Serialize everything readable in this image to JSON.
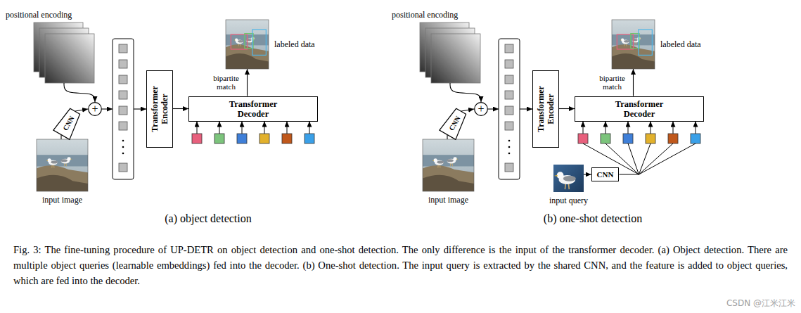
{
  "diagram": {
    "caption": "Fig. 3: The fine-tuning procedure of UP-DETR on object detection and one-shot detection. The only difference is the input of the transformer decoder. (a) Object detection. There are multiple object queries (learnable embeddings) fed into the decoder. (b) One-shot detection. The input query is extracted by the shared CNN, and the feature is added to object queries, which are fed into the decoder.",
    "nodes": [
      {
        "text": [
          "positional encoding"
        ]
      },
      {
        "text": [
          "input image"
        ]
      },
      {
        "text": [
          "CNN"
        ]
      },
      {
        "text": [
          "+"
        ]
      },
      {
        "text": [
          "Transformer Encoder"
        ]
      },
      {
        "text": [
          "Transformer Decoder"
        ]
      },
      {
        "text": [
          "labeled data"
        ]
      },
      {
        "text": [
          "positional encoding"
        ]
      },
      {
        "text": [
          "input image"
        ]
      },
      {
        "text": [
          "CNN"
        ]
      },
      {
        "text": [
          "+"
        ]
      },
      {
        "text": [
          "Transformer Encoder"
        ]
      },
      {
        "text": [
          "Transformer Decoder"
        ]
      },
      {
        "text": [
          "labeled data"
        ]
      },
      {
        "text": [
          "input query"
        ]
      },
      {
        "text": [
          "CNN"
        ]
      }
    ],
    "edges": [
      {
        "from": 1,
        "to": 2,
        "arrow": "none"
      },
      {
        "from": 2,
        "to": 3,
        "arrow": "to"
      },
      {
        "from": 0,
        "to": 3,
        "arrow": "to"
      },
      {
        "from": 4,
        "to": 5,
        "arrow": "to"
      },
      {
        "from": 5,
        "to": 6,
        "arrow": "to",
        "label": "bipartite match"
      },
      {
        "from": 8,
        "to": 9,
        "arrow": "none"
      },
      {
        "from": 9,
        "to": 10,
        "arrow": "to"
      },
      {
        "from": 7,
        "to": 10,
        "arrow": "to"
      },
      {
        "from": 11,
        "to": 12,
        "arrow": "to"
      },
      {
        "from": 12,
        "to": 13,
        "arrow": "to",
        "label": "bipartite match"
      },
      {
        "from": 14,
        "to": 15,
        "arrow": "to"
      }
    ],
    "labels": [
      "(a) object detection",
      "(b) one-shot detection",
      "CSDN @江米江米"
    ]
  }
}
